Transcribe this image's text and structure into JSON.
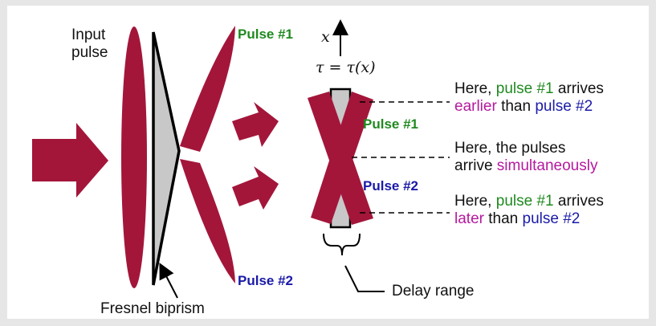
{
  "labels": {
    "input_pulse": [
      "Input",
      "pulse"
    ],
    "fresnel": "Fresnel biprism",
    "pulse1": "Pulse #1",
    "pulse2": "Pulse #2",
    "x_axis": "x",
    "tau_eq": "τ = τ(x)",
    "delay_range": "Delay range"
  },
  "notes": {
    "top": {
      "line1_a": "Here, ",
      "line1_b": "pulse #1",
      "line1_c": " arrives",
      "line2_a": "earlier",
      "line2_b": " than ",
      "line2_c": "pulse #2"
    },
    "mid": {
      "line1": "Here, the pulses",
      "line2_a": "arrive ",
      "line2_b": "simultaneously"
    },
    "bottom": {
      "line1_a": "Here, ",
      "line1_b": "pulse #1",
      "line1_c": " arrives",
      "line2_a": "later",
      "line2_b": " than ",
      "line2_c": "pulse #2"
    }
  },
  "colors": {
    "pulse": "#a3163a",
    "prism": "#c8c8c8",
    "green": "#1f8a1f",
    "blue": "#1a1aa8",
    "magenta": "#b5199e"
  }
}
